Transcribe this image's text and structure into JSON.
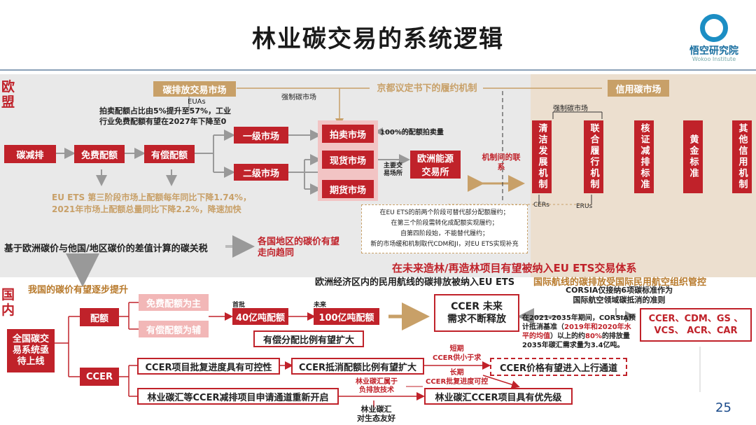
{
  "title": "林业碳交易的系统逻辑",
  "logo": {
    "name": "悟空研究院",
    "sub": "Wokoo Institute"
  },
  "regions": {
    "eu_line1": "欧",
    "eu_line2": "盟",
    "dom_line1": "国",
    "dom_line2": "内"
  },
  "eu": {
    "ets_market": "碳排放交易市场",
    "forced_market": "强制碳市场",
    "kyoto": "京都议定书下的履约机制",
    "credit_market": "信用碳市场",
    "forced_market_credit": "强制碳市场",
    "euas": "EUAs",
    "auction_note_1": "拍卖配额占比由5%提升至57%，工业",
    "auction_note_2": "行业免费配额有望在2027年下降至0",
    "reduce": "碳减排",
    "free_quota": "免费配额",
    "paid_quota": "有偿配额",
    "primary": "一级市场",
    "secondary": "二级市场",
    "auction": "拍卖市场",
    "spot": "现货市场",
    "futures": "期货市场",
    "auction_100": "100%的配额拍卖量",
    "main_venue": "主要交易场所",
    "eex": "欧洲能源交易所",
    "link": "机制间的联系",
    "phase3_1": "EU ETS 第三阶段市场上配额每年同比下降1.74%，",
    "phase3_2": "2021年市场上配额总量同比下降2.2%，降速加快",
    "cers": "CERs",
    "erus": "ERUs",
    "note_1": "在EU ETS的前两个阶段可替代部分配额履约；",
    "note_2": "在第三个阶段需转化成配额实现履约；",
    "note_3": "自第四阶段始，不能替代履约；",
    "note_4": "新的市场缓和机制取代CDM和JI，对EU ETS实现补充",
    "border_tax": "基于欧洲碳价与他国/地区碳价的差值计算的碳关税",
    "price_converge_1": "各国地区的碳价有望",
    "price_converge_2": "走向趋同",
    "mechanisms": [
      "清洁发展机制",
      "联合履行机制",
      "核证减排标准",
      "黄金标准",
      "其他信用机制"
    ]
  },
  "mid": {
    "forest_ets": "在未来造林/再造林项目有望被纳入EU ETS交易体系",
    "aviation_eu": "欧洲经济区内的民用航线的碳排放被纳入EU ETS",
    "aviation_intl": "国际航线的碳排放受国际民用航空组织管控",
    "price_rise": "我国的碳价有望逐步提升"
  },
  "dom": {
    "national_1": "全国碳交",
    "national_2": "易系统亟",
    "national_3": "待上线",
    "quota": "配额",
    "ccer": "CCER",
    "free_main": "免费配额为主",
    "paid_aux": "有偿配额为辅",
    "first_batch": "首批",
    "future": "未来",
    "q40": "40亿吨配额",
    "q100": "100亿吨配额",
    "paid_expand": "有偿分配比例有望扩大",
    "ccer_demand_1": "CCER 未来",
    "ccer_demand_2": "需求不断释放",
    "corsia_1": "CORSIA仅接纳6项碳标准作为",
    "corsia_2": "国际航空领域碳抵消的准则",
    "corsia_p1": "在2021-2035年期间，CORSIA预",
    "corsia_p2a": "计抵消基准（",
    "corsia_p2b": "2019年和2020年水",
    "corsia_p3a": "平的均值",
    "corsia_p3b": "）以上的约",
    "corsia_p3c": "80%",
    "corsia_p3d": "的排放量",
    "corsia_p4": "2035年碳汇需求量为3.4亿吨。",
    "standards_1": "CCER、CDM、GS 、",
    "standards_2": "VCS、 ACR、CAR",
    "ccer_control": "CCER项目批复进度具有可控性",
    "ccer_offset": "CCER抵消配额比例有望扩大",
    "short_1": "短期",
    "short_2": "CCER供小于求",
    "long_1": "长期",
    "long_2": "CCER批复进度可控",
    "ccer_price": "CCER价格有望进入上行通道",
    "forest_reopen": "林业碳汇等CCER减排项目申请通道重新开启",
    "forest_negative_1": "林业碳汇属于",
    "forest_negative_2": "负排放技术",
    "forest_priority": "林业碳汇CCER项目具有优先级",
    "forest_eco_1": "林业碳汇",
    "forest_eco_2": "对生态友好"
  },
  "page_number": "25"
}
